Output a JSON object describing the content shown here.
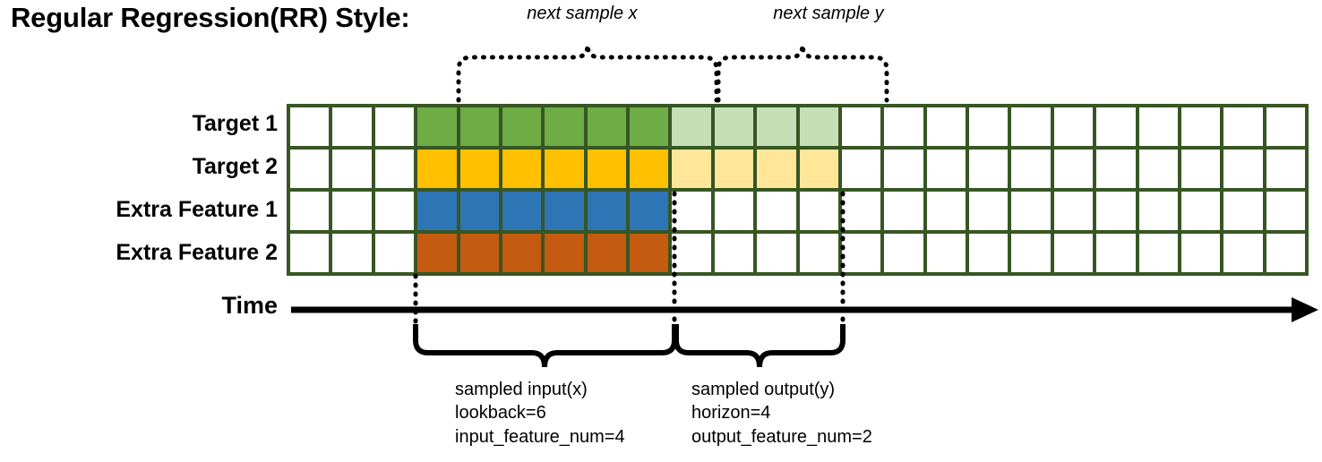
{
  "title": "Regular Regression(RR) Style:",
  "annotations": {
    "next_sample_x": "next sample x",
    "next_sample_y": "next sample y"
  },
  "axis": {
    "time_label": "Time"
  },
  "rows": [
    {
      "label": "Target 1",
      "key": "target-1"
    },
    {
      "label": "Target 2",
      "key": "target-2"
    },
    {
      "label": "Extra Feature 1",
      "key": "extra-feature-1"
    },
    {
      "label": "Extra Feature 2",
      "key": "extra-feature-2"
    }
  ],
  "grid": {
    "columns": 24,
    "rows": 4,
    "leading_blank_columns": 3,
    "input_columns": 6,
    "output_columns": 4,
    "trailing_blank_columns": 11,
    "cell_fills": [
      [
        "white",
        "white",
        "white",
        "green",
        "green",
        "green",
        "green",
        "green",
        "green",
        "green-lt",
        "green-lt",
        "green-lt",
        "green-lt",
        "white",
        "white",
        "white",
        "white",
        "white",
        "white",
        "white",
        "white",
        "white",
        "white",
        "white"
      ],
      [
        "white",
        "white",
        "white",
        "gold",
        "gold",
        "gold",
        "gold",
        "gold",
        "gold",
        "gold-lt",
        "gold-lt",
        "gold-lt",
        "gold-lt",
        "white",
        "white",
        "white",
        "white",
        "white",
        "white",
        "white",
        "white",
        "white",
        "white",
        "white"
      ],
      [
        "white",
        "white",
        "white",
        "blue",
        "blue",
        "blue",
        "blue",
        "blue",
        "blue",
        "white",
        "white",
        "white",
        "white",
        "white",
        "white",
        "white",
        "white",
        "white",
        "white",
        "white",
        "white",
        "white",
        "white",
        "white"
      ],
      [
        "white",
        "white",
        "white",
        "orange",
        "orange",
        "orange",
        "orange",
        "orange",
        "orange",
        "white",
        "white",
        "white",
        "white",
        "white",
        "white",
        "white",
        "white",
        "white",
        "white",
        "white",
        "white",
        "white",
        "white",
        "white"
      ]
    ]
  },
  "captions": {
    "input": {
      "line1": "sampled input(x)",
      "line2": "lookback=6",
      "line3": "input_feature_num=4"
    },
    "output": {
      "line1": "sampled output(y)",
      "line2": "horizon=4",
      "line3": "output_feature_num=2"
    }
  },
  "colors": {
    "grid_border": "#375623",
    "target1": "#6EAC46",
    "target1_light": "#C5E0B4",
    "target2": "#FFC000",
    "target2_light": "#FFE699",
    "extra1": "#2E75B6",
    "extra2": "#C55A11",
    "ink": "#000000",
    "background": "#FFFFFF"
  }
}
